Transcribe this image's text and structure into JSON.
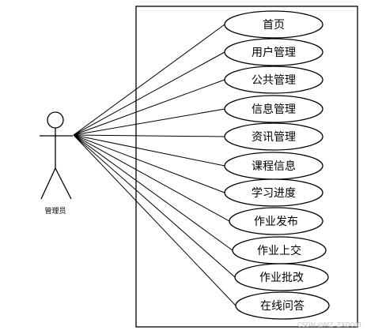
{
  "actor": {
    "name": "管理员"
  },
  "use_cases": [
    "首页",
    "用户管理",
    "公共管理",
    "信息管理",
    "资讯管理",
    "课程信息",
    "学习进度",
    "作业发布",
    "作业上交",
    "作业批改",
    "在线问答"
  ],
  "watermark": "CSDN @MZ_ZXD001"
}
